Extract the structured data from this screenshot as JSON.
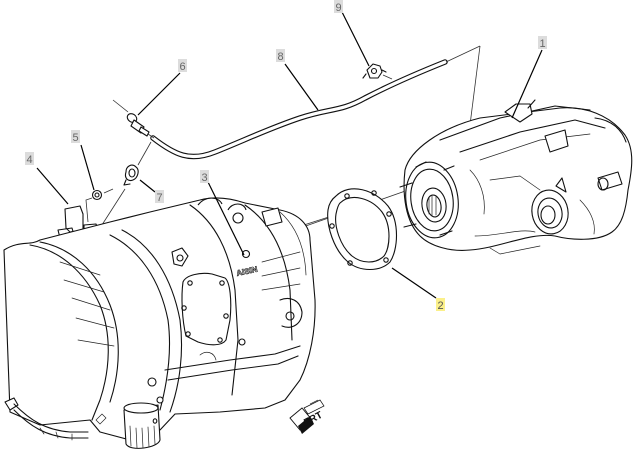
{
  "diagram": {
    "type": "exploded-parts-view",
    "subject": "transmission and transfer case assembly",
    "callouts": [
      {
        "id": "1",
        "part": "transfer-case",
        "highlighted": false
      },
      {
        "id": "2",
        "part": "transfer-case-gasket",
        "highlighted": true
      },
      {
        "id": "3",
        "part": "transmission-bolt",
        "highlighted": false
      },
      {
        "id": "4",
        "part": "bracket",
        "highlighted": false
      },
      {
        "id": "5",
        "part": "nut",
        "highlighted": false
      },
      {
        "id": "6",
        "part": "vent-fitting",
        "highlighted": false
      },
      {
        "id": "7",
        "part": "hose-clamp",
        "highlighted": false
      },
      {
        "id": "8",
        "part": "vent-hose",
        "highlighted": false
      },
      {
        "id": "9",
        "part": "hose-clip",
        "highlighted": false
      }
    ],
    "transmission_brand_text": "AISIN",
    "direction_indicator": {
      "label": "FRT",
      "icon": "front-direction-arrow-icon"
    },
    "colors": {
      "callout_background": "#dcdcdc",
      "callout_highlight": "#fbf08a",
      "callout_text": "#666666",
      "line_art": "#111111"
    }
  }
}
